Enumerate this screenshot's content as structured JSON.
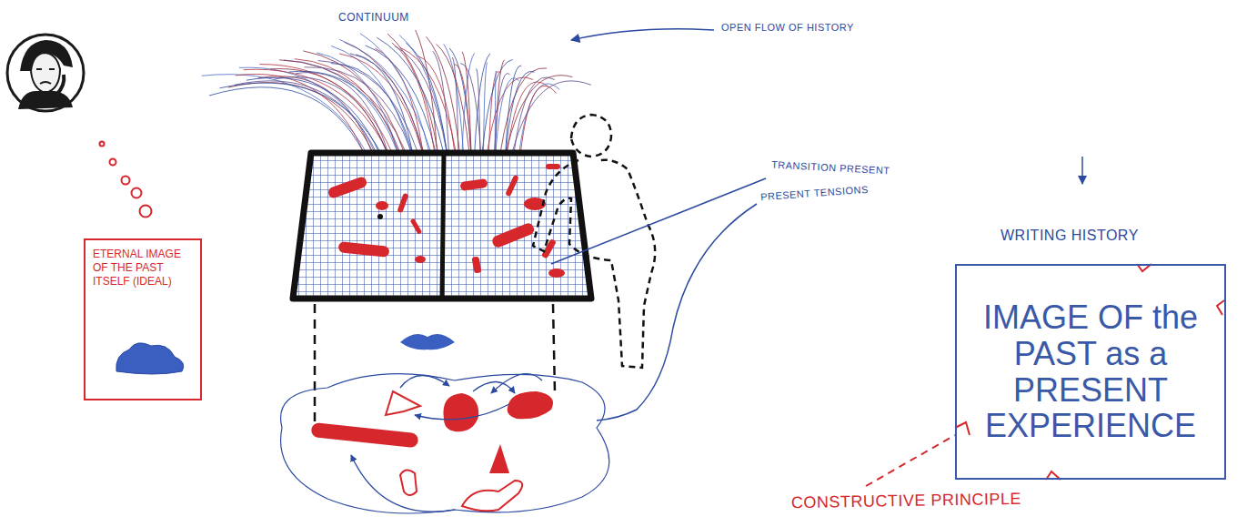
{
  "diagram": {
    "nodes": [
      {
        "text": [
          "ETERNAL IMAGE OF THE PAST ITSELF (IDEAL)"
        ]
      },
      {
        "text": [
          "IMAGE OF the PAST as a PRESENT EXPERIENCE"
        ]
      }
    ],
    "labels": [
      "CONTINUUM",
      "OPEN FLOW OF HISTORY",
      "TRANSITION PRESENT",
      "PRESENT TENSIONS",
      "WRITING HISTORY",
      "CONSTRUCTIVE PRINCIPLE"
    ]
  }
}
